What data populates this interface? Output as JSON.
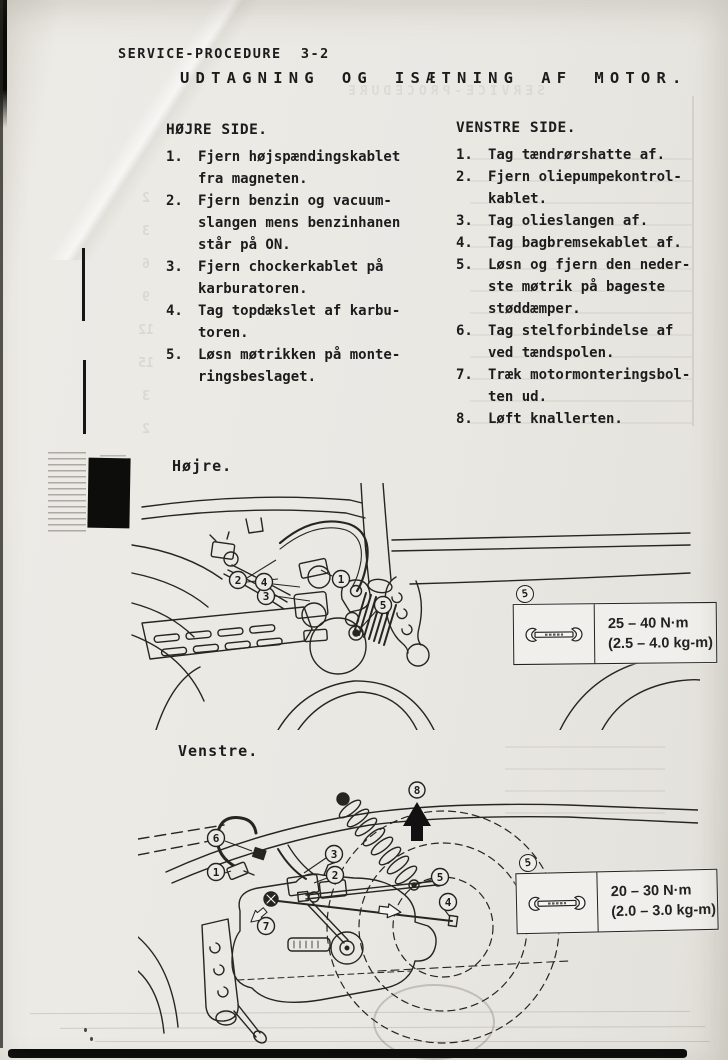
{
  "page": {
    "header": "SERVICE-PROCEDURE  3-2",
    "title": "UDTAGNING OG ISÆTNING AF MOTOR."
  },
  "hojre_side": {
    "heading": "HØJRE SIDE.",
    "items": [
      {
        "n": "1.",
        "t": "Fjern højspændingskablet\nfra magneten."
      },
      {
        "n": "2.",
        "t": "Fjern benzin og vacuum-\nslangen mens benzinhanen\nstår på ON."
      },
      {
        "n": "3.",
        "t": "Fjern chockerkablet på\nkarburatoren."
      },
      {
        "n": "4.",
        "t": "Tag topdækslet af karbu-\ntoren."
      },
      {
        "n": "5.",
        "t": "Løsn møtrikken på monte-\nringsbeslaget."
      }
    ]
  },
  "venstre_side": {
    "heading": "VENSTRE SIDE.",
    "items": [
      {
        "n": "1.",
        "t": "Tag tændrørshatte af."
      },
      {
        "n": "2.",
        "t": "Fjern oliepumpekontrol-\nkablet."
      },
      {
        "n": "3.",
        "t": "Tag olieslangen af."
      },
      {
        "n": "4.",
        "t": "Tag bagbremsekablet af."
      },
      {
        "n": "5.",
        "t": "Løsn og fjern den neder-\nste møtrik på bageste\nstøddæmper."
      },
      {
        "n": "6.",
        "t": "Tag stelforbindelse af\nved tændspolen."
      },
      {
        "n": "7.",
        "t": "Træk motormonteringsbol-\nten ud."
      },
      {
        "n": "8.",
        "t": "Løft knallerten."
      }
    ]
  },
  "figure_hojre": {
    "caption": "Højre.",
    "callouts": [
      "1",
      "2",
      "3",
      "4",
      "5"
    ]
  },
  "figure_venstre": {
    "caption": "Venstre.",
    "callouts": [
      "1",
      "2",
      "3",
      "4",
      "5",
      "6",
      "7",
      "8"
    ]
  },
  "torque_hojre": {
    "ref": "5",
    "torque_nm": "25 – 40 N·m",
    "torque_kgm": "(2.5 – 4.0 kg-m)"
  },
  "torque_venstre": {
    "ref": "5",
    "torque_nm": "20 – 30 N·m",
    "torque_kgm": "(2.0 – 3.0 kg-m)"
  },
  "icons": {
    "wrench": "torque-wrench-icon",
    "lift_arrow": "up-arrow-icon"
  },
  "colors": {
    "ink": "#1c1c1c",
    "paper": "#e9e7e2",
    "box_bg": "#f0efeb"
  },
  "bleed": {
    "mirrored_header": "SERVICE-PROCEDURE",
    "margin_numbers": "2\n3\n6\n9\n12\n15\n3\n2"
  }
}
